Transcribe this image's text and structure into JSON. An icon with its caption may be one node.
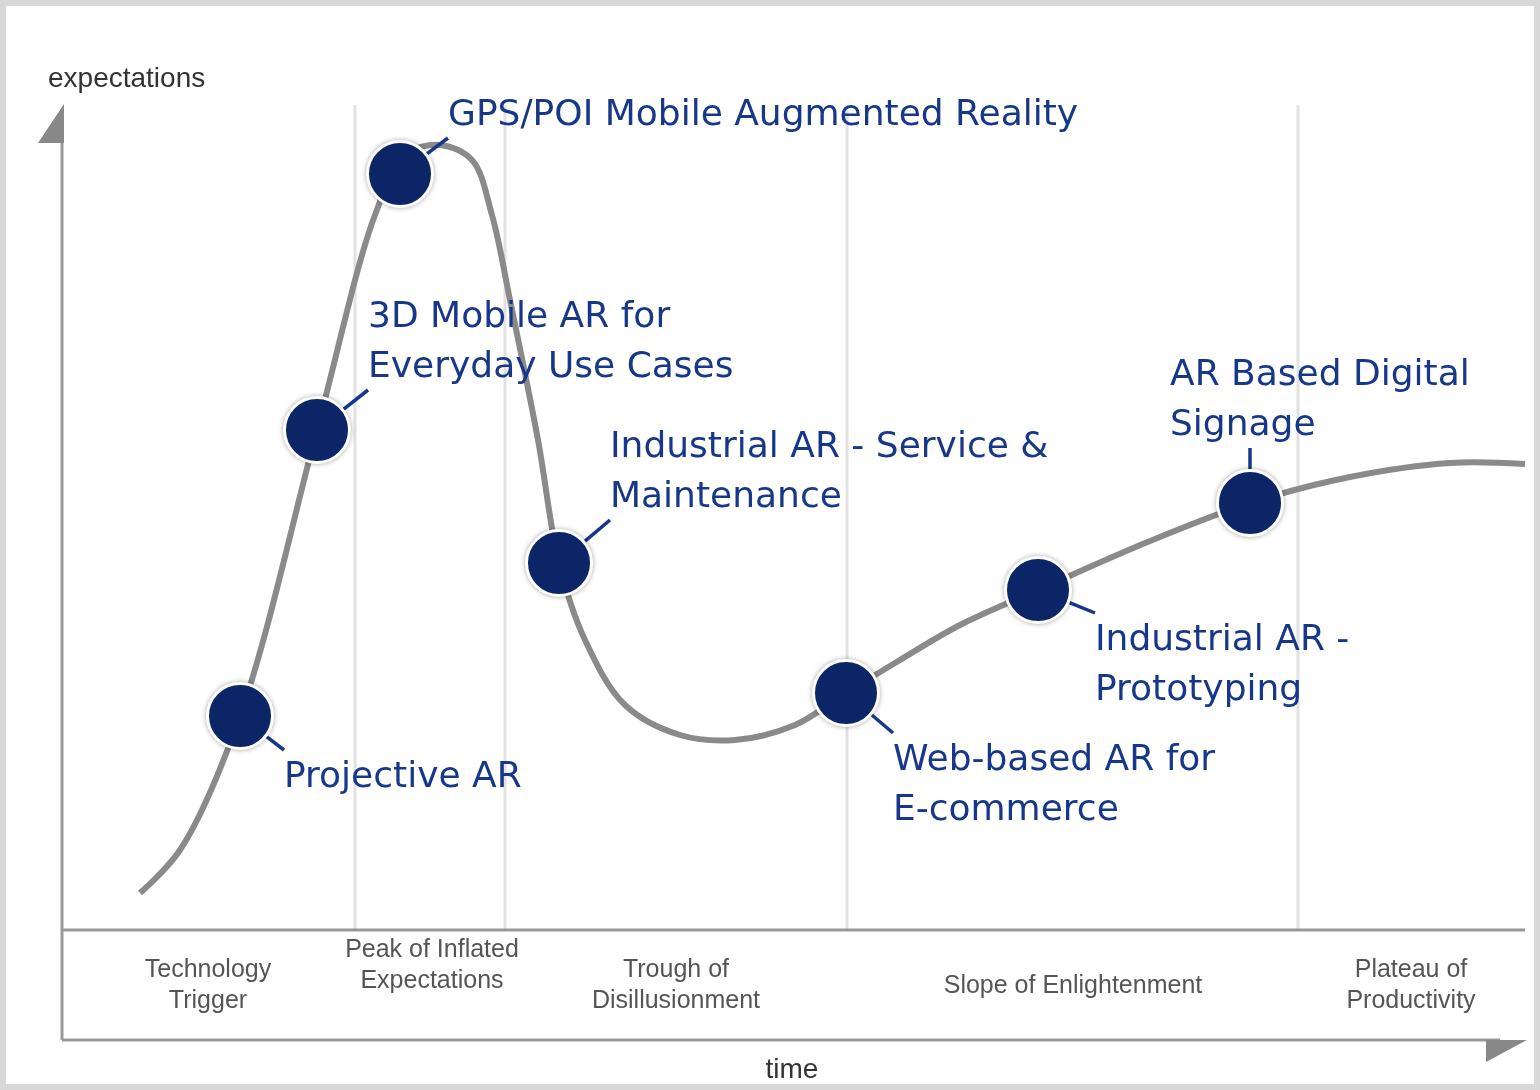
{
  "diagram": {
    "nodes": [
      {
        "text": [
          "GPS/POI Mobile Augmented Reality"
        ]
      },
      {
        "text": [
          "3D Mobile AR for Everyday Use Cases"
        ]
      },
      {
        "text": [
          "Industrial AR - Service & Maintenance"
        ]
      },
      {
        "text": [
          "AR Based Digital Signage"
        ]
      },
      {
        "text": [
          "Industrial AR - Prototyping"
        ]
      },
      {
        "text": [
          "Projective AR"
        ]
      },
      {
        "text": [
          "Web-based AR for E-commerce"
        ]
      },
      {
        "text": [],
        "shape": "circle"
      },
      {
        "text": [],
        "shape": "circle"
      },
      {
        "text": [],
        "shape": "circle"
      },
      {
        "text": [],
        "shape": "circle"
      },
      {
        "text": [],
        "shape": "circle"
      },
      {
        "text": [],
        "shape": "circle"
      },
      {
        "text": [],
        "shape": "circle"
      }
    ],
    "edges": [
      {
        "from": 5,
        "to": 7,
        "arrow": "none"
      },
      {
        "from": 1,
        "to": 8,
        "arrow": "none"
      },
      {
        "from": 0,
        "to": 9,
        "arrow": "none"
      },
      {
        "from": 2,
        "to": 10,
        "arrow": "none"
      },
      {
        "from": 6,
        "to": 11,
        "arrow": "none"
      },
      {
        "from": 4,
        "to": 12,
        "arrow": "none"
      },
      {
        "from": 3,
        "to": 13,
        "arrow": "none"
      }
    ],
    "labels": [
      "expectations",
      "Technology Trigger",
      "Peak of Inflated Expectations",
      "Trough of Disillusionment",
      "Slope of Enlightenment",
      "Plateau of Productivity",
      "time"
    ]
  }
}
